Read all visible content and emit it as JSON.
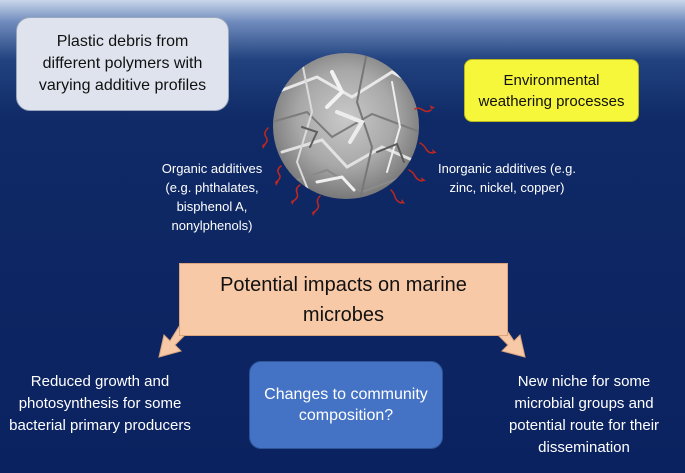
{
  "plastic_box": {
    "text": "Plastic debris from different polymers with varying additive profiles"
  },
  "weathering_box": {
    "text": "Environmental weathering processes"
  },
  "organic_additives": {
    "text": "Organic additives (e.g. phthalates, bisphenol A, nonylphenols)"
  },
  "inorganic_additives": {
    "text": "Inorganic additives (e.g. zinc, nickel, copper)"
  },
  "impacts_box": {
    "text": "Potential impacts on marine microbes"
  },
  "community_box": {
    "text": "Changes to community composition?"
  },
  "outcome_left": {
    "text": "Reduced growth and photosynthesis for some bacterial primary producers"
  },
  "outcome_right": {
    "text": "New niche for some microbial groups and potential route for their dissemination"
  },
  "colors": {
    "background": "#0b2260",
    "plastic_box": "#dfe3ed",
    "weathering_box": "#f6f63a",
    "impacts_box": "#f8c9a6",
    "community_box": "#4472c4",
    "leachate_arrows": "#c0271f"
  },
  "image": {
    "subject": "crumpled-plastic-bag-photo"
  }
}
